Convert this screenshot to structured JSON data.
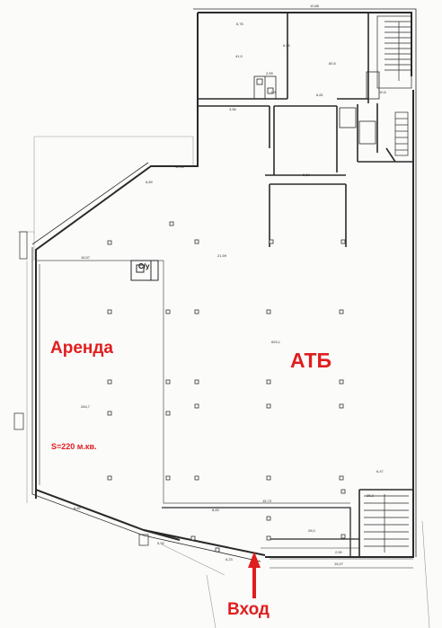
{
  "labels": {
    "rent": "Аренда",
    "atb": "АТБ",
    "area": "S=220 м.кв.",
    "entrance": "Вход",
    "wc": "С/у"
  },
  "colors": {
    "accent": "#e01e1e",
    "wall": "#2a2a2a"
  },
  "dims": {
    "d1": "10,86",
    "d2": "6,76",
    "d3": "6,95",
    "d4": "2,59",
    "d5": "3,56",
    "d6": "6,81",
    "d7": "21,59",
    "d8": "5,58",
    "d9": "16,57",
    "d10": "6,89",
    "d11": "11,16",
    "d12": "6,47",
    "d13": "15,73",
    "d14": "8,83",
    "d15": "2,50",
    "d16": "15,07",
    "d17": "6,23",
    "d18": "8,82",
    "d19": "5,92"
  },
  "rooms": {
    "r1": "41,9",
    "r2": "80,5",
    "r3": "693,1",
    "r4": "264,7",
    "r5": "28,0",
    "r6": "25,3",
    "r7": "1,9",
    "r8": "10,6"
  }
}
